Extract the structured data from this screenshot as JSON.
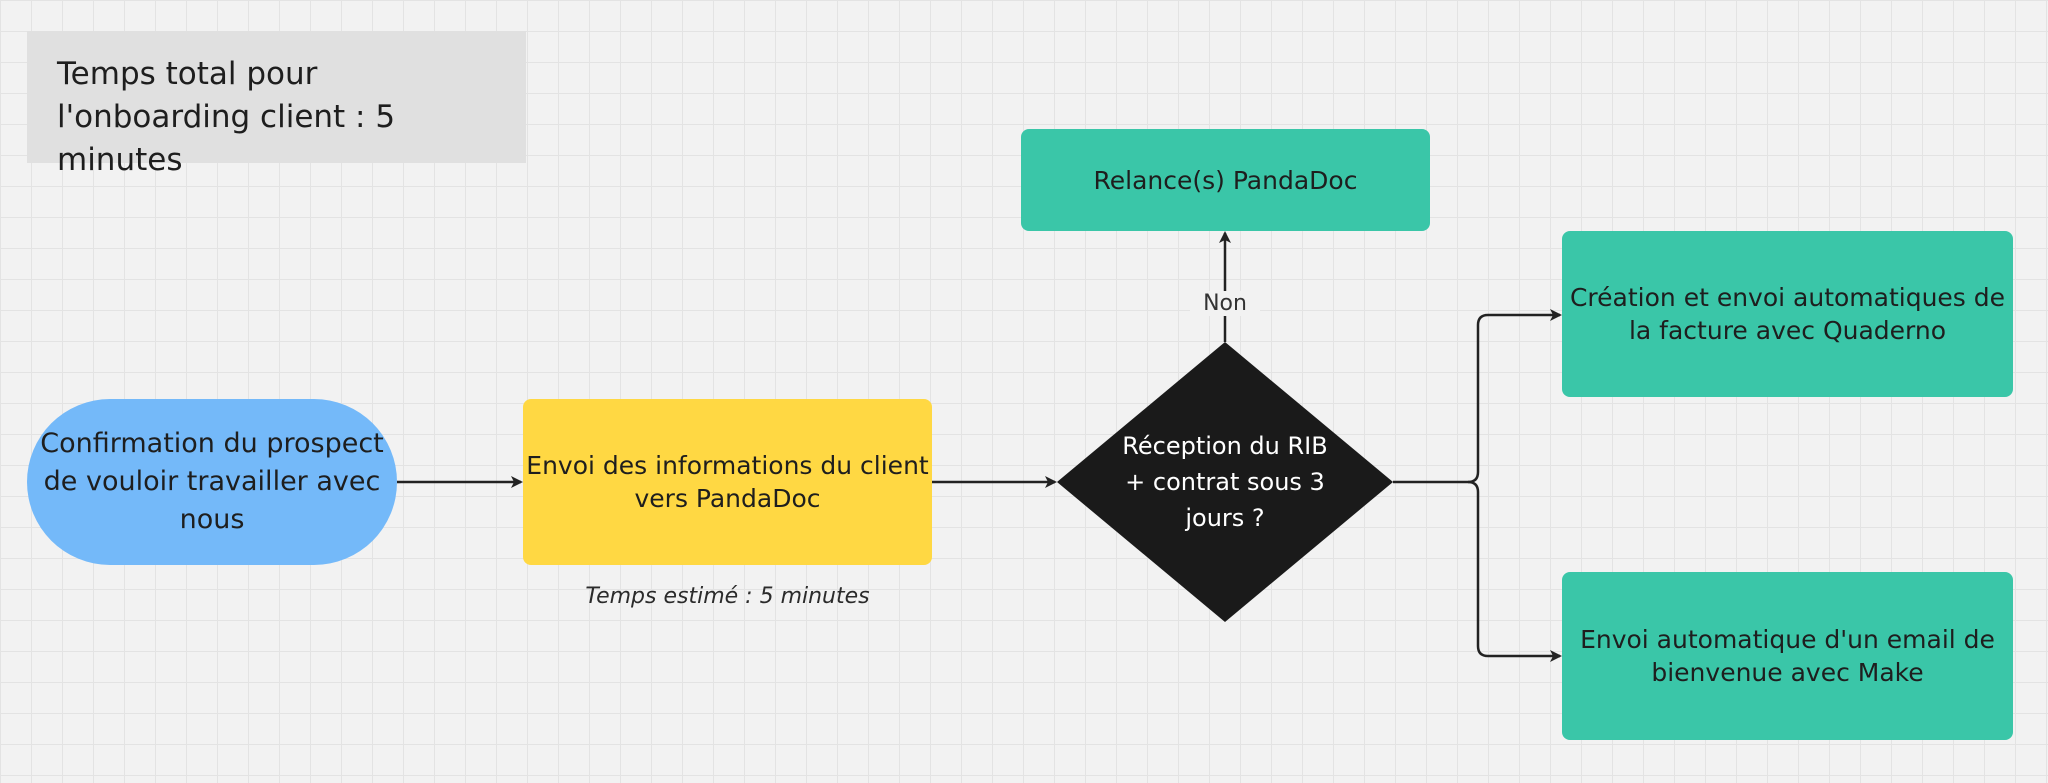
{
  "note": {
    "text": "Temps total pour l'onboarding client : 5 minutes"
  },
  "nodes": {
    "start": "Confirmation du prospect de vouloir travailler avec nous",
    "send": "Envoi des informations du client vers PandaDoc",
    "decision": "Réception du RIB + contrat sous 3 jours ?",
    "relance": "Relance(s) PandaDoc",
    "invoice": "Création et envoi automatiques de la facture avec Quaderno",
    "welcome": "Envoi automatique d'un email de bienvenue avec Make"
  },
  "captions": {
    "send_time": "Temps estimé : 5 minutes"
  },
  "edges": {
    "no_label": "Non"
  },
  "colors": {
    "terminal": "#74b9f9",
    "process": "#ffd843",
    "decision": "#1a1a1a",
    "action": "#3ac6a8",
    "note": "#e0e0e0"
  }
}
